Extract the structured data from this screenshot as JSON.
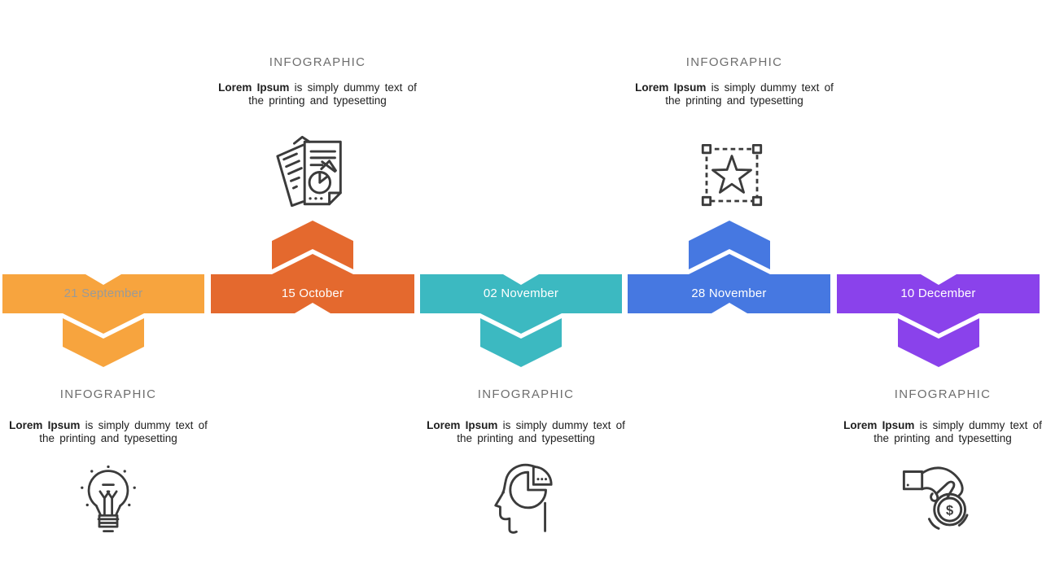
{
  "page": {
    "background": "#ffffff"
  },
  "palette": {
    "icon_stroke": "#3b3b3b",
    "heading_gray": "#6e6e6e",
    "body_text": "#202020"
  },
  "timeline": {
    "segments": [
      {
        "date": "21 September",
        "color": "#F7A43E",
        "label_color": "#9b9b97",
        "direction": "down"
      },
      {
        "date": "15 October",
        "color": "#E4692E",
        "label_color": "#ffffff",
        "direction": "up"
      },
      {
        "date": "02 November",
        "color": "#3CB9C1",
        "label_color": "#ffffff",
        "direction": "down"
      },
      {
        "date": "28 November",
        "color": "#4678E1",
        "label_color": "#ffffff",
        "direction": "up"
      },
      {
        "date": "10 December",
        "color": "#8A42EB",
        "label_color": "#ffffff",
        "direction": "down"
      }
    ]
  },
  "blocks": {
    "top": [
      {
        "title": "INFOGRAPHIC",
        "lead": "Lorem Ipsum",
        "line1_rest": " is simply dummy text of",
        "line2": "the printing and typesetting",
        "icon": "report-document-icon"
      },
      {
        "title": "INFOGRAPHIC",
        "lead": "Lorem Ipsum",
        "line1_rest": " is simply dummy text of",
        "line2": "the printing and typesetting",
        "icon": "star-selection-icon"
      }
    ],
    "bottom": [
      {
        "title": "INFOGRAPHIC",
        "lead": "Lorem Ipsum",
        "line1_rest": " is simply dummy text of",
        "line2": "the printing and typesetting",
        "icon": "lightbulb-icon"
      },
      {
        "title": "INFOGRAPHIC",
        "lead": "Lorem Ipsum",
        "line1_rest": " is simply dummy text of",
        "line2": "the printing and typesetting",
        "icon": "head-pie-chart-icon"
      },
      {
        "title": "INFOGRAPHIC",
        "lead": "Lorem Ipsum",
        "line1_rest": " is simply dummy text of",
        "line2": "the printing and typesetting",
        "icon": "hand-coin-icon"
      }
    ]
  },
  "icons": {
    "hand_coin_symbol": "$"
  }
}
